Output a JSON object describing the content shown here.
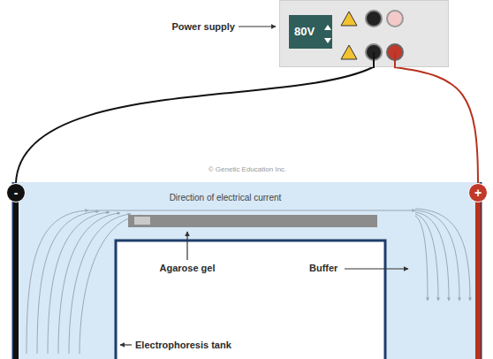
{
  "diagram": {
    "nodes": [
      {
        "text": [
          "80V"
        ]
      },
      {
        "text": [
          "-"
        ]
      },
      {
        "text": [
          "+"
        ]
      }
    ],
    "edges": [
      {
        "from": 0,
        "to": 1,
        "arrow": "none"
      },
      {
        "from": 0,
        "to": 2,
        "arrow": "none"
      }
    ],
    "labels": [
      "Power supply",
      "© Genetic Education Inc.",
      "Direction of electrical current",
      "Agarose gel",
      "Buffer",
      "Electrophoresis tank"
    ]
  }
}
